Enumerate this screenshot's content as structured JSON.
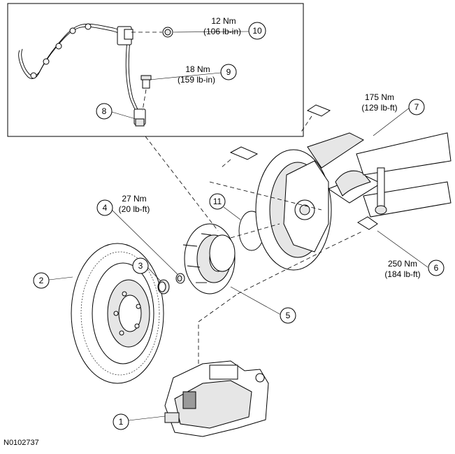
{
  "callouts": [
    {
      "id": "1",
      "label": "1"
    },
    {
      "id": "2",
      "label": "2"
    },
    {
      "id": "3",
      "label": "3"
    },
    {
      "id": "4",
      "label": "4"
    },
    {
      "id": "5",
      "label": "5"
    },
    {
      "id": "6",
      "label": "6"
    },
    {
      "id": "7",
      "label": "7"
    },
    {
      "id": "8",
      "label": "8"
    },
    {
      "id": "9",
      "label": "9"
    },
    {
      "id": "10",
      "label": "10"
    },
    {
      "id": "11",
      "label": "11"
    }
  ],
  "torques": {
    "c10": {
      "nm": "12 Nm",
      "imperial": "(106 lb-in)"
    },
    "c9": {
      "nm": "18 Nm",
      "imperial": "(159 lb-in)"
    },
    "c7": {
      "nm": "175 Nm",
      "imperial": "(129 lb-ft)"
    },
    "c4": {
      "nm": "27 Nm",
      "imperial": "(20 lb-ft)"
    },
    "c6": {
      "nm": "250 Nm",
      "imperial": "(184 lb-ft)"
    }
  },
  "reference_code": "N0102737"
}
